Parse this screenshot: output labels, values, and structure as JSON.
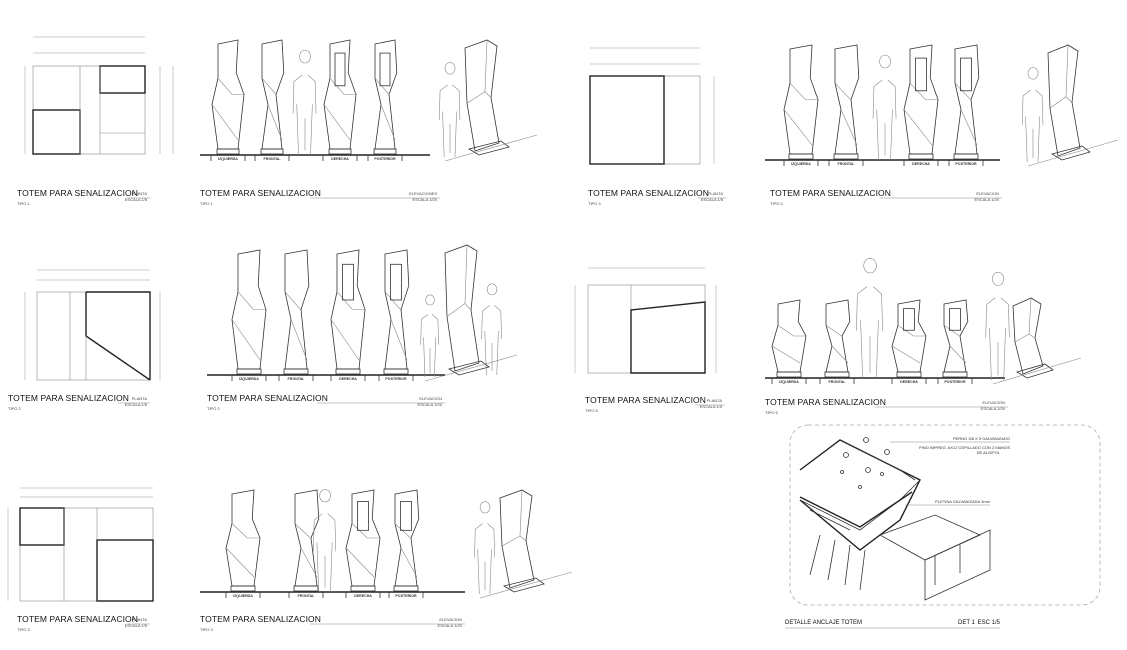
{
  "sheet": {
    "panels": [
      {
        "id": "plan-1",
        "title": "TOTEM PARA SENALIZACION",
        "tipo": "TIPO 1",
        "view": "PLANTA",
        "scale": "ESCALA 1/5"
      },
      {
        "id": "elev-1",
        "title": "TOTEM PARA SENALIZACION",
        "tipo": "TIPO 1",
        "view": "ELEVACIONES",
        "scale": "ESCALA 1/20"
      },
      {
        "id": "plan-4",
        "title": "TOTEM PARA SENALIZACION",
        "tipo": "TIPO 4",
        "view": "PLANTA",
        "scale": "ESCALA 1/5"
      },
      {
        "id": "elev-4",
        "title": "TOTEM PARA SENALIZACION",
        "tipo": "TIPO 4",
        "view": "ELEVACION",
        "scale": "ESCALA 1/20"
      },
      {
        "id": "plan-2",
        "title": "TOTEM PARA SENALIZACION",
        "tipo": "TIPO 2",
        "view": "PLANTA",
        "scale": "ESCALA 1/5"
      },
      {
        "id": "elev-2",
        "title": "TOTEM PARA SENALIZACION",
        "tipo": "TIPO 2",
        "view": "ELEVACION",
        "scale": "ESCALA 1/20"
      },
      {
        "id": "plan-6",
        "title": "TOTEM PARA SENALIZACION",
        "tipo": "TIPO 6",
        "view": "PLANTA",
        "scale": "ESCALA 1/5"
      },
      {
        "id": "elev-6",
        "title": "TOTEM PARA SENALIZACION",
        "tipo": "TIPO 6",
        "view": "ELEVACION",
        "scale": "ESCALA 1/20"
      },
      {
        "id": "plan-3",
        "title": "TOTEM PARA SENALIZACION",
        "tipo": "TIPO 3",
        "view": "PLANTA",
        "scale": "ESCALA 1/5"
      },
      {
        "id": "elev-3",
        "title": "TOTEM PARA SENALIZACION",
        "tipo": "TIPO 3",
        "view": "ELEVACION",
        "scale": "ESCALA 1/20"
      }
    ],
    "elevation_labels": [
      "IZQUIERDA",
      "FRONTAL",
      "DERECHA",
      "POSTERIOR"
    ],
    "detail": {
      "title": "DETALLE ANCLAJE TOTEM",
      "code": "DET 1",
      "scale": "ESC 1/5",
      "notes": [
        "PERNO 3/8 X 3 GALVANIZADO",
        "PINO IMPREG. 6X12 CEPILLADO CON 2 MANOS",
        "DE ALGIFOL",
        "PLETINA GALVANIZADA 3mm"
      ]
    }
  }
}
